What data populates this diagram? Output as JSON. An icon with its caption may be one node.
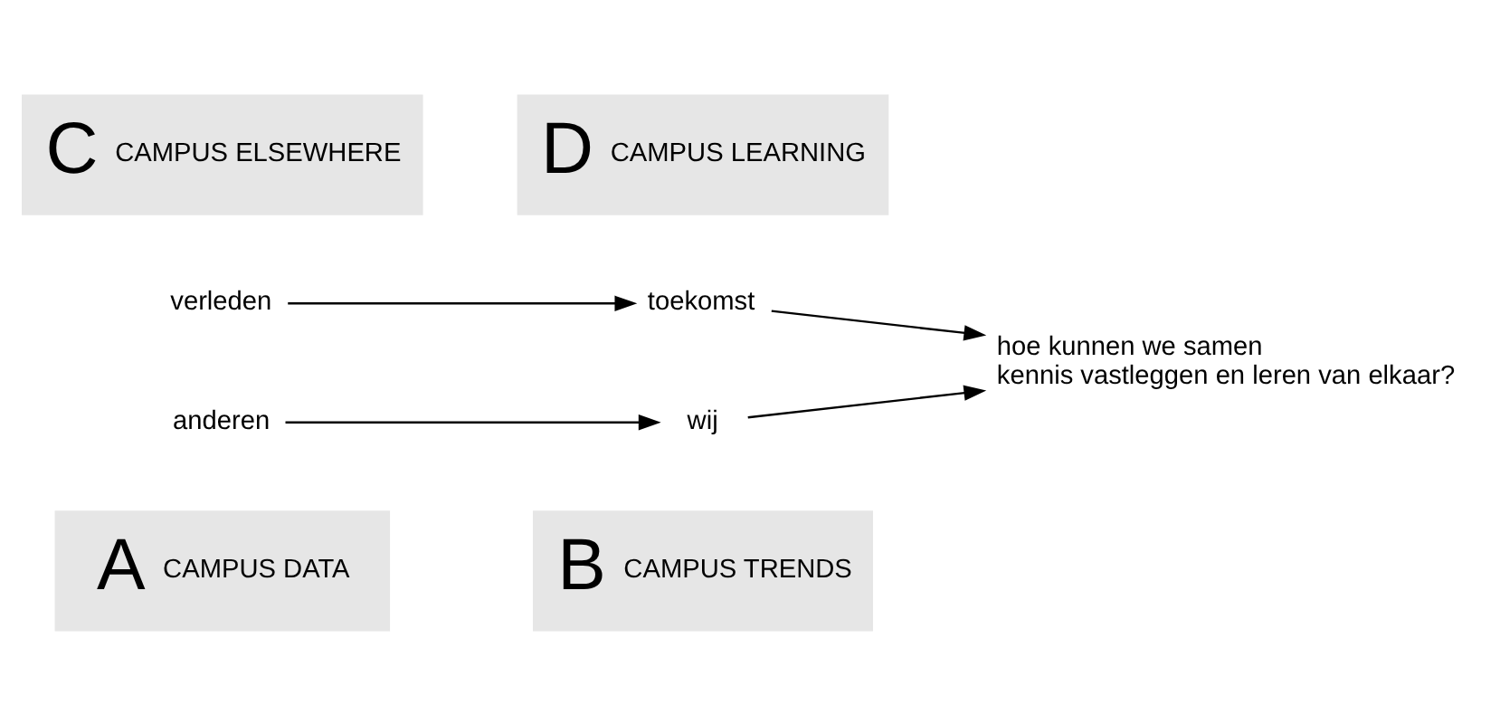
{
  "diagram": {
    "nodes": [
      {
        "text": [
          "A",
          "CAMPUS DATA"
        ]
      },
      {
        "text": [
          "B",
          "CAMPUS TRENDS"
        ]
      },
      {
        "text": [
          "verleden"
        ]
      },
      {
        "text": [
          "toekomst"
        ]
      },
      {
        "text": [
          "hoe kunnen we samen kennis vastleggen en leren van elkaar?"
        ]
      },
      {
        "text": [
          "anderen"
        ]
      },
      {
        "text": [
          "wij"
        ]
      },
      {
        "text": [
          "C",
          "CAMPUS ELSEWHERE"
        ]
      },
      {
        "text": [
          "D",
          "CAMPUS LEARNING"
        ]
      }
    ],
    "edges": [
      {
        "from": 2,
        "to": 3,
        "arrow": "to"
      },
      {
        "from": 3,
        "to": 4,
        "arrow": "to"
      },
      {
        "from": 5,
        "to": 6,
        "arrow": "to"
      },
      {
        "from": 6,
        "to": 4,
        "arrow": "to"
      }
    ]
  }
}
